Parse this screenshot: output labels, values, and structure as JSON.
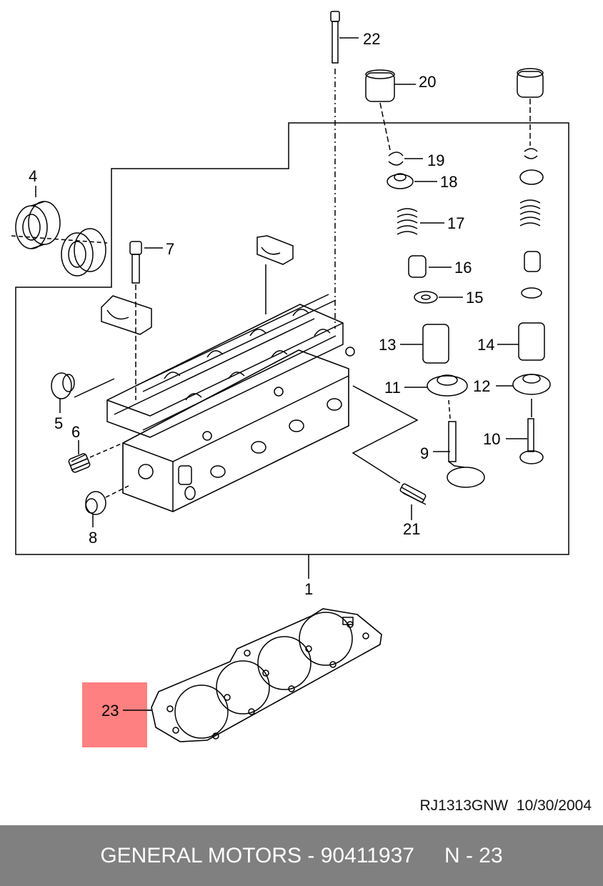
{
  "diagram": {
    "callouts": [
      {
        "id": "1",
        "label": "1"
      },
      {
        "id": "4",
        "label": "4"
      },
      {
        "id": "5",
        "label": "5"
      },
      {
        "id": "6",
        "label": "6"
      },
      {
        "id": "7",
        "label": "7"
      },
      {
        "id": "8",
        "label": "8"
      },
      {
        "id": "9",
        "label": "9"
      },
      {
        "id": "10",
        "label": "10"
      },
      {
        "id": "11",
        "label": "11"
      },
      {
        "id": "12",
        "label": "12"
      },
      {
        "id": "13",
        "label": "13"
      },
      {
        "id": "14",
        "label": "14"
      },
      {
        "id": "15",
        "label": "15"
      },
      {
        "id": "16",
        "label": "16"
      },
      {
        "id": "17",
        "label": "17"
      },
      {
        "id": "18",
        "label": "18"
      },
      {
        "id": "19",
        "label": "19"
      },
      {
        "id": "20",
        "label": "20"
      },
      {
        "id": "21",
        "label": "21"
      },
      {
        "id": "22",
        "label": "22"
      }
    ],
    "highlighted_part": "23",
    "highlight_color": "#ff8080",
    "reference_code": "RJ1313GNW",
    "reference_date": "10/30/2004"
  },
  "footer": {
    "brand": "GENERAL MOTORS",
    "separator": " - ",
    "part_number": "90411937",
    "page_code": "N - 23",
    "background": "#808080"
  }
}
